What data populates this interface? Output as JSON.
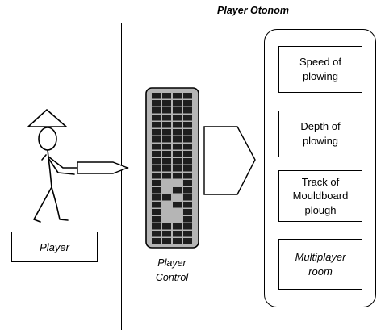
{
  "system_title": "Player Otonom",
  "player_label": "Player",
  "control_label_line1": "Player",
  "control_label_line2": "Control",
  "features": [
    {
      "line1": "Speed of",
      "line2": "plowing",
      "line3": ""
    },
    {
      "line1": "Depth of",
      "line2": "plowing",
      "line3": ""
    },
    {
      "line1": "Track of",
      "line2": "Mouldboard",
      "line3": "plough"
    },
    {
      "line1": "Multiplayer",
      "line2": "room",
      "line3": ""
    }
  ],
  "icons": {
    "player": "stick-figure-with-conical-hat-icon",
    "controller": "keypad-controller-icon",
    "arrow": "arrow-right-icon"
  }
}
